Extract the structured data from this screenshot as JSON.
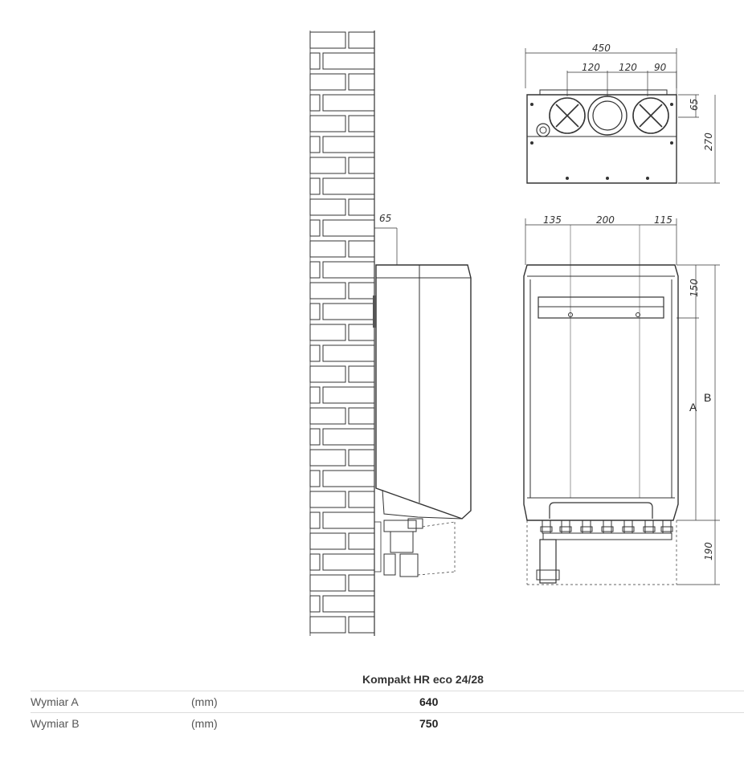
{
  "diagram": {
    "top_view": {
      "width_total": "450",
      "spacing_1": "120",
      "spacing_2": "120",
      "spacing_3": "90",
      "depth_offset": "65",
      "depth_total": "270"
    },
    "front_view": {
      "width_1": "135",
      "width_2": "200",
      "width_3": "115",
      "height_top": "150",
      "label_a": "A",
      "label_b": "B",
      "height_bottom": "190"
    },
    "side_view": {
      "wall_offset": "65"
    }
  },
  "table": {
    "model": "Kompakt HR eco 24/28",
    "rows": [
      {
        "label": "Wymiar A",
        "unit": "(mm)",
        "value": "640"
      },
      {
        "label": "Wymiar B",
        "unit": "(mm)",
        "value": "750"
      }
    ]
  }
}
